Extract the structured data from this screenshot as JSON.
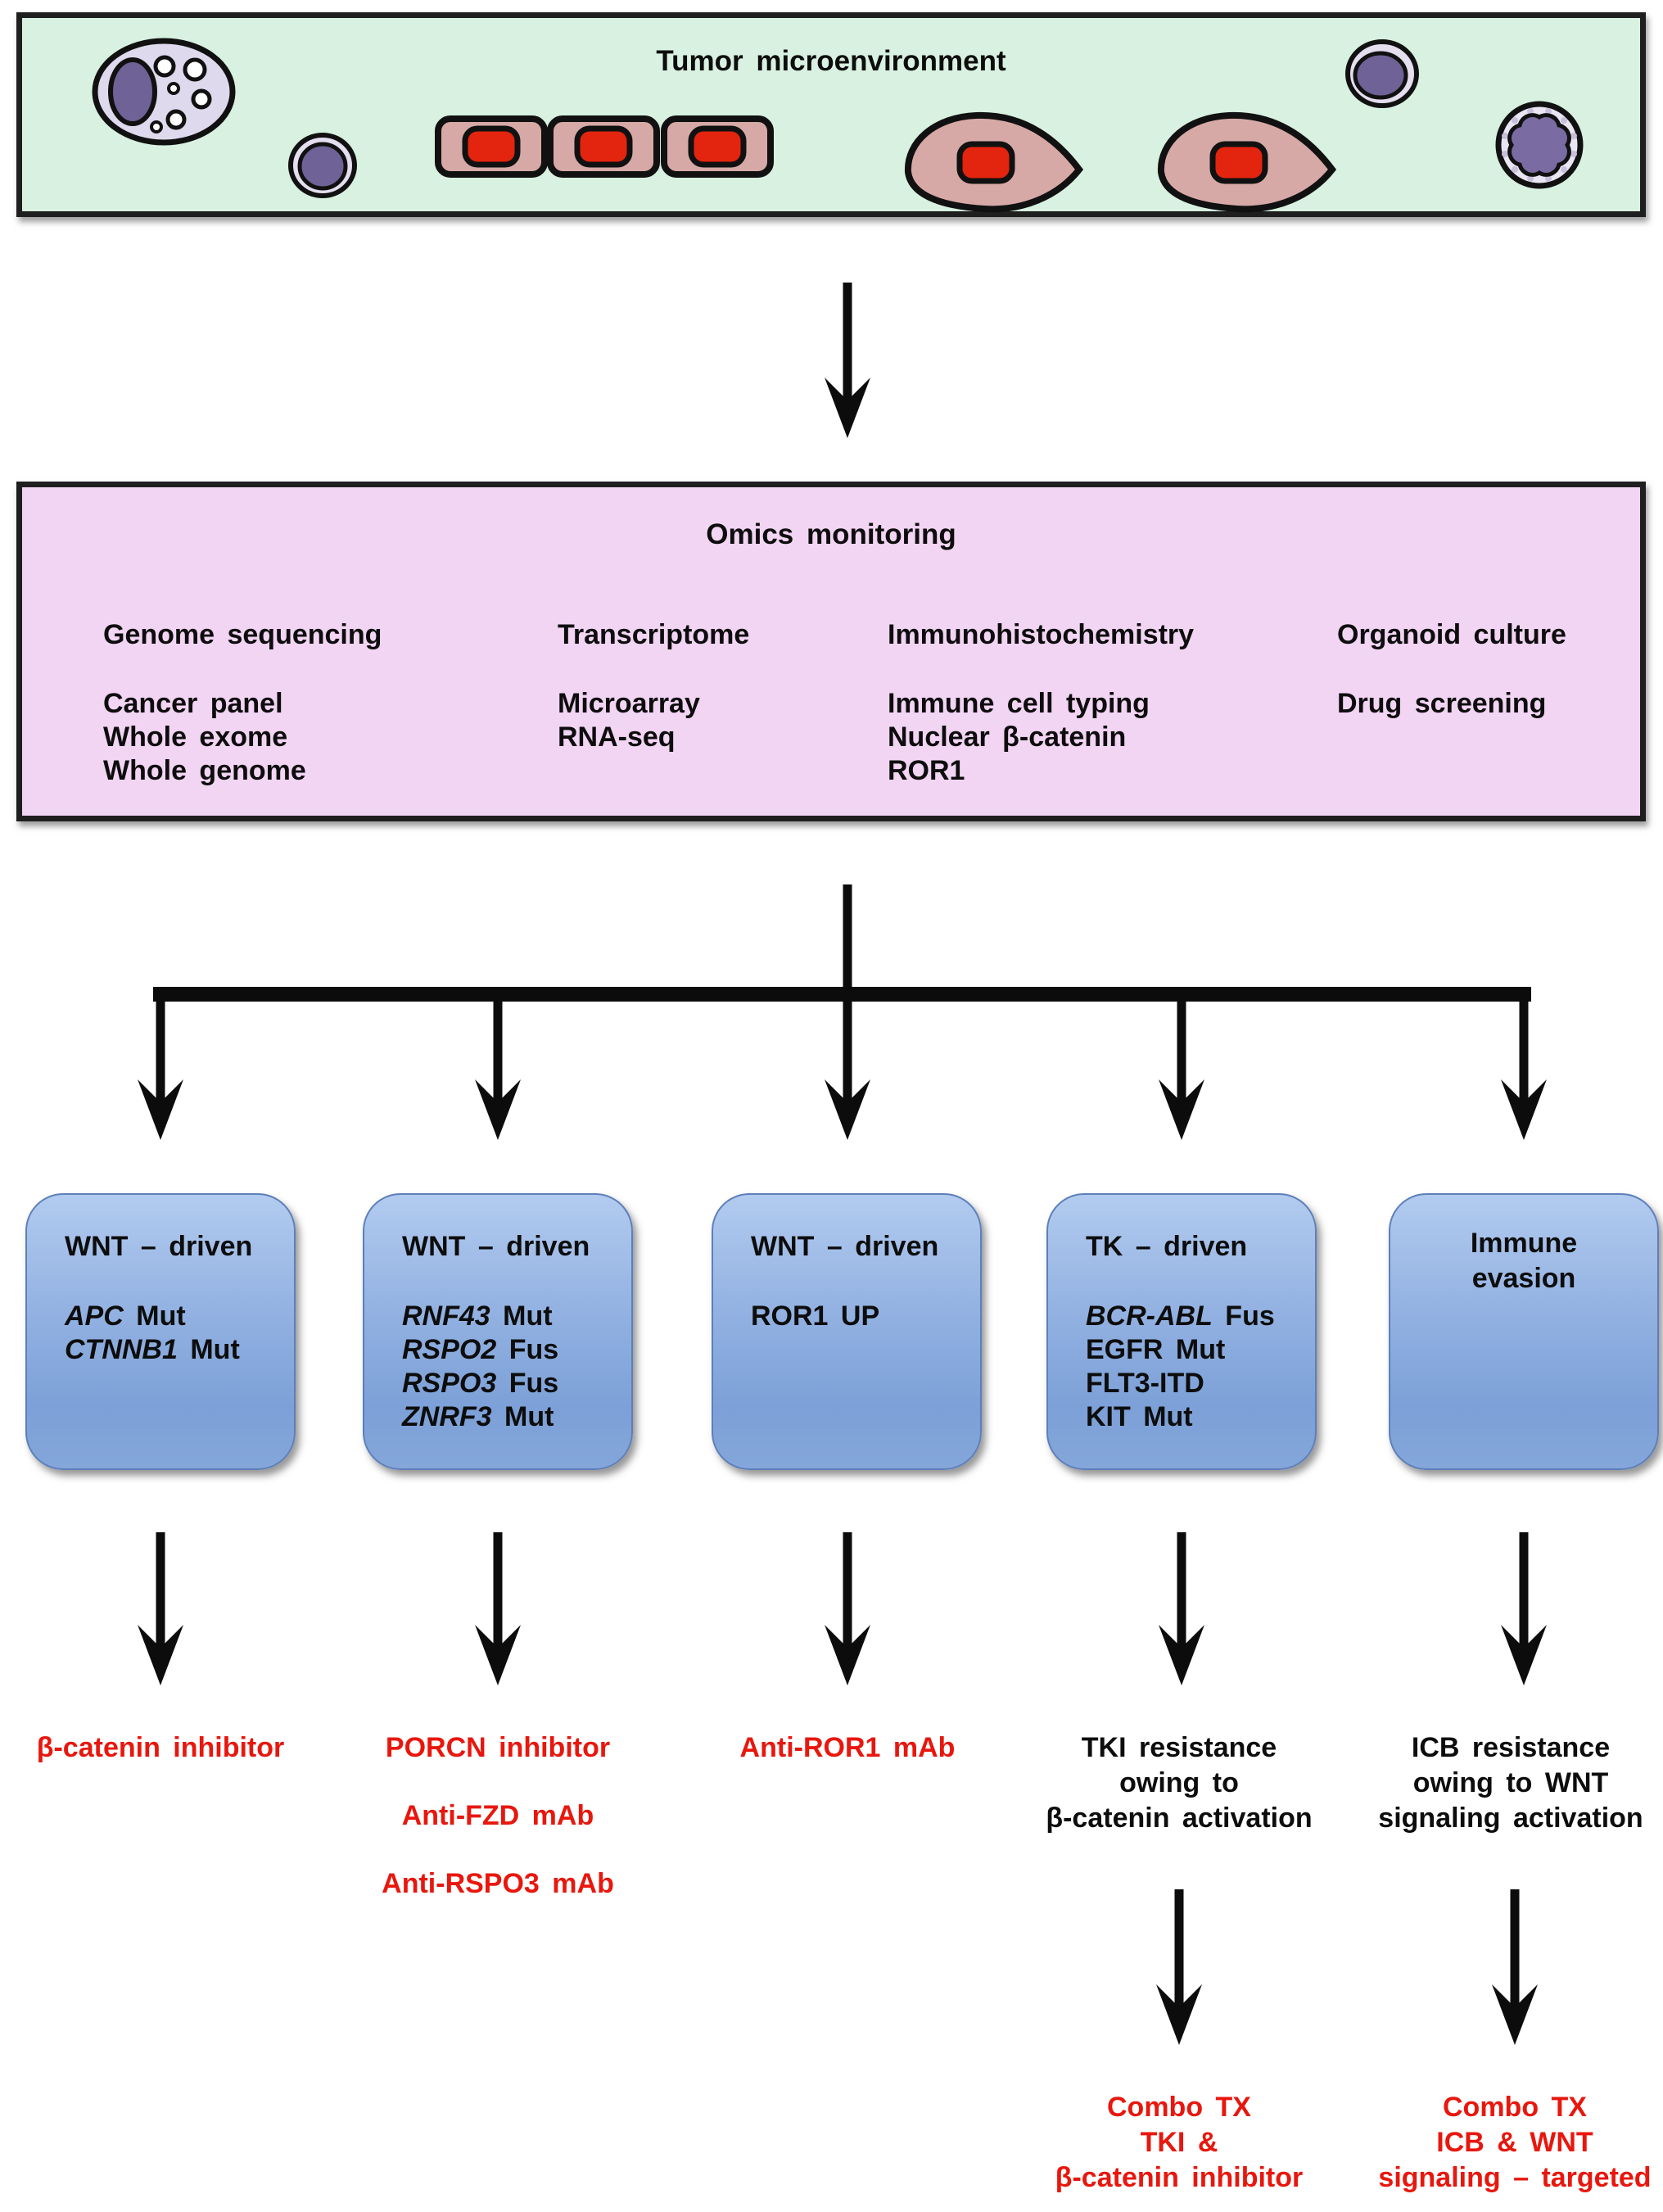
{
  "colors": {
    "accent_red": "#e8170e",
    "box_green": "#d8f1e1",
    "box_pink": "#f2d4f3",
    "blue_top": "#b2cbef",
    "blue_bottom": "#7ca0d7",
    "outline_dark": "#1f1f1f",
    "cell_lavender": "#ded9ec",
    "cell_purple": "#6f6296",
    "cell_body_pink": "#d7a9a6",
    "cell_nucleus_red": "#e3240e"
  },
  "tumor_box": {
    "title": "Tumor microenvironment"
  },
  "cells": [
    "macrophage",
    "lymphocyte",
    "epithelial-tumor-cell",
    "epithelial-tumor-cell",
    "epithelial-tumor-cell",
    "invasive-tumor-cell",
    "invasive-tumor-cell",
    "lymphocyte",
    "granulocyte"
  ],
  "omics_box": {
    "title": "Omics monitoring",
    "columns": [
      {
        "header": "Genome sequencing",
        "items": [
          "Cancer panel",
          "Whole exome",
          "Whole genome"
        ]
      },
      {
        "header": "Transcriptome",
        "items": [
          "Microarray",
          "RNA-seq"
        ]
      },
      {
        "header": "Immunohistochemistry",
        "items": [
          "Immune cell typing",
          "Nuclear β-catenin",
          "ROR1"
        ]
      },
      {
        "header": "Organoid culture",
        "items": [
          "Drug screening"
        ]
      }
    ]
  },
  "subtype_boxes": [
    {
      "header": "WNT – driven",
      "items": [
        [
          {
            "text": "APC",
            "italic": true
          },
          {
            "text": " Mut"
          }
        ],
        [
          {
            "text": "CTNNB1",
            "italic": true
          },
          {
            "text": " Mut"
          }
        ]
      ]
    },
    {
      "header": "WNT – driven",
      "items": [
        [
          {
            "text": "RNF43",
            "italic": true
          },
          {
            "text": " Mut"
          }
        ],
        [
          {
            "text": "RSPO2",
            "italic": true
          },
          {
            "text": " Fus"
          }
        ],
        [
          {
            "text": "RSPO3",
            "italic": true
          },
          {
            "text": " Fus"
          }
        ],
        [
          {
            "text": "ZNRF3",
            "italic": true
          },
          {
            "text": " Mut"
          }
        ]
      ]
    },
    {
      "header": "WNT – driven",
      "items": [
        "ROR1 UP"
      ]
    },
    {
      "header": "TK – driven",
      "items": [
        [
          {
            "text": "BCR-ABL",
            "italic": true
          },
          {
            "text": " Fus"
          }
        ],
        "EGFR Mut",
        "FLT3-ITD",
        "KIT Mut"
      ]
    },
    {
      "header": "Immune evasion",
      "items": []
    }
  ],
  "treatments": [
    {
      "color": "red",
      "lines": [
        "β-catenin inhibitor"
      ]
    },
    {
      "color": "red",
      "lines": [
        "PORCN inhibitor",
        "Anti-FZD mAb",
        "Anti-RSPO3 mAb"
      ]
    },
    {
      "color": "red",
      "lines": [
        "Anti-ROR1 mAb"
      ]
    },
    {
      "color": "black",
      "lines": [
        "TKI resistance",
        "owing to",
        "β-catenin activation"
      ]
    },
    {
      "color": "black",
      "lines": [
        "ICB resistance",
        "owing to WNT",
        "signaling activation"
      ]
    }
  ],
  "outcomes": [
    {
      "color": "red",
      "lines": [
        "Combo TX",
        "TKI &",
        "β-catenin inhibitor"
      ]
    },
    {
      "color": "red",
      "lines": [
        "Combo TX",
        "ICB & WNT",
        "signaling – targeted"
      ]
    }
  ]
}
